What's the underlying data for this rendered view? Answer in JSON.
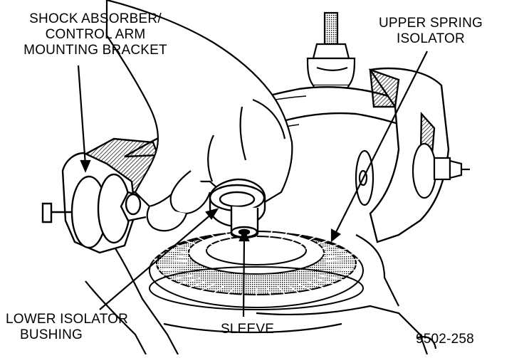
{
  "labels": {
    "shock_bracket": [
      "SHOCK ABSORBER/",
      "CONTROL ARM",
      "MOUNTING BRACKET"
    ],
    "upper_isolator": [
      "UPPER SPRING",
      "ISOLATOR"
    ],
    "lower_bushing": [
      "LOWER ISOLATOR",
      "BUSHING"
    ],
    "sleeve": "SLEEVE",
    "figure_id": "9502-258"
  },
  "colors": {
    "ink": "#000000",
    "paper": "#ffffff",
    "hatch": "#555555"
  }
}
